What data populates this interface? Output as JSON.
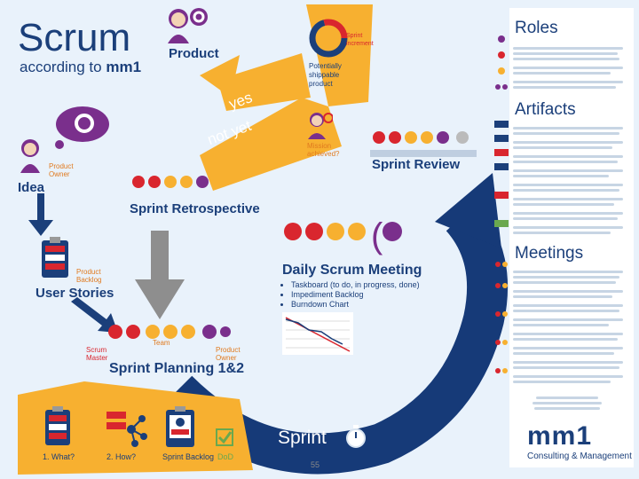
{
  "title": {
    "line1": "Scrum",
    "line2a": "according to ",
    "line2b": "mm1"
  },
  "labels": {
    "product": "Product",
    "idea": "Idea",
    "product_owner_idea": "Product\nOwner",
    "product_backlog": "Product\nBacklog",
    "user_stories": "User Stories",
    "scrum_master": "Scrum\nMaster",
    "team": "Team",
    "product_owner_planning": "Product\nOwner",
    "sprint_planning": "Sprint Planning 1&2",
    "sprint_retrospective": "Sprint Retrospective",
    "sprint_review": "Sprint Review",
    "daily_scrum": "Daily Scrum Meeting",
    "sprint": "Sprint",
    "sprint_increment": "Sprint\nincrement",
    "potentially_shippable": "Potentially\nshippable\nproduct",
    "mission_achieved": "Mission\nachieved?",
    "yes": "yes",
    "not_yet": "not yet",
    "what": "1. What?",
    "how": "2. How?",
    "sprint_backlog": "Sprint Backlog",
    "dod": "DoD",
    "page_number": "55"
  },
  "daily_scrum_bullets": [
    "Taskboard (to do, in progress, done)",
    "Impediment Backlog",
    "Burndown Chart"
  ],
  "right_panel": {
    "roles": "Roles",
    "artifacts": "Artifacts",
    "meetings": "Meetings",
    "brand": "mm1",
    "tagline": "Consulting & Management"
  },
  "colors": {
    "blue": "#1b3f7a",
    "orange": "#f5a623",
    "red": "#d9262e",
    "purple": "#7a2f8c",
    "green": "#6aa84f",
    "background": "#e9f2fb"
  },
  "icons": [
    "person-icon",
    "thought-bubble-icon",
    "stopwatch-icon",
    "clipboard-icon",
    "checkmark-icon",
    "ring-icon"
  ]
}
